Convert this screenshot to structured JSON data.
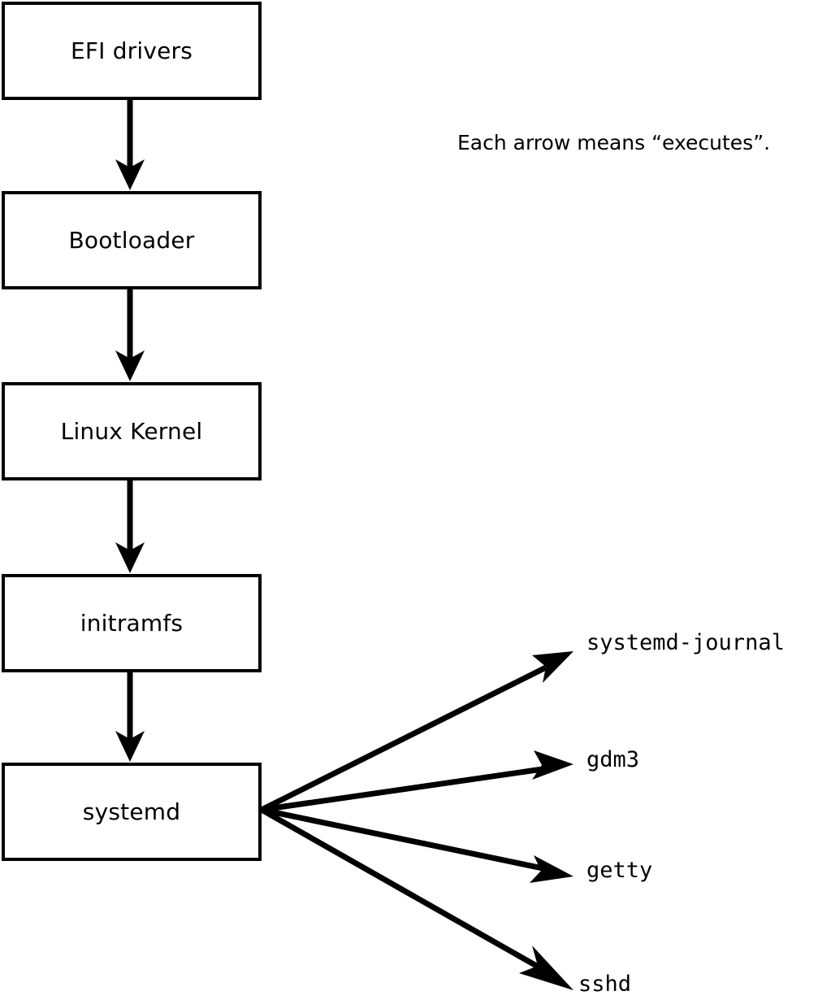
{
  "diagram": {
    "title_caption": "Each arrow means “executes”.",
    "boot_chain": [
      {
        "id": "efi-drivers",
        "label": "EFI drivers"
      },
      {
        "id": "bootloader",
        "label": "Bootloader"
      },
      {
        "id": "linux-kernel",
        "label": "Linux Kernel"
      },
      {
        "id": "initramfs",
        "label": "initramfs"
      },
      {
        "id": "systemd",
        "label": "systemd"
      }
    ],
    "spawned_processes": [
      {
        "id": "systemd-journal",
        "label": "systemd-journal"
      },
      {
        "id": "gdm3",
        "label": "gdm3"
      },
      {
        "id": "getty",
        "label": "getty"
      },
      {
        "id": "sshd",
        "label": "sshd"
      }
    ],
    "colors": {
      "stroke": "#000000",
      "box_fill": "#ffffff",
      "background": "#ffffff",
      "text": "#000000"
    }
  }
}
